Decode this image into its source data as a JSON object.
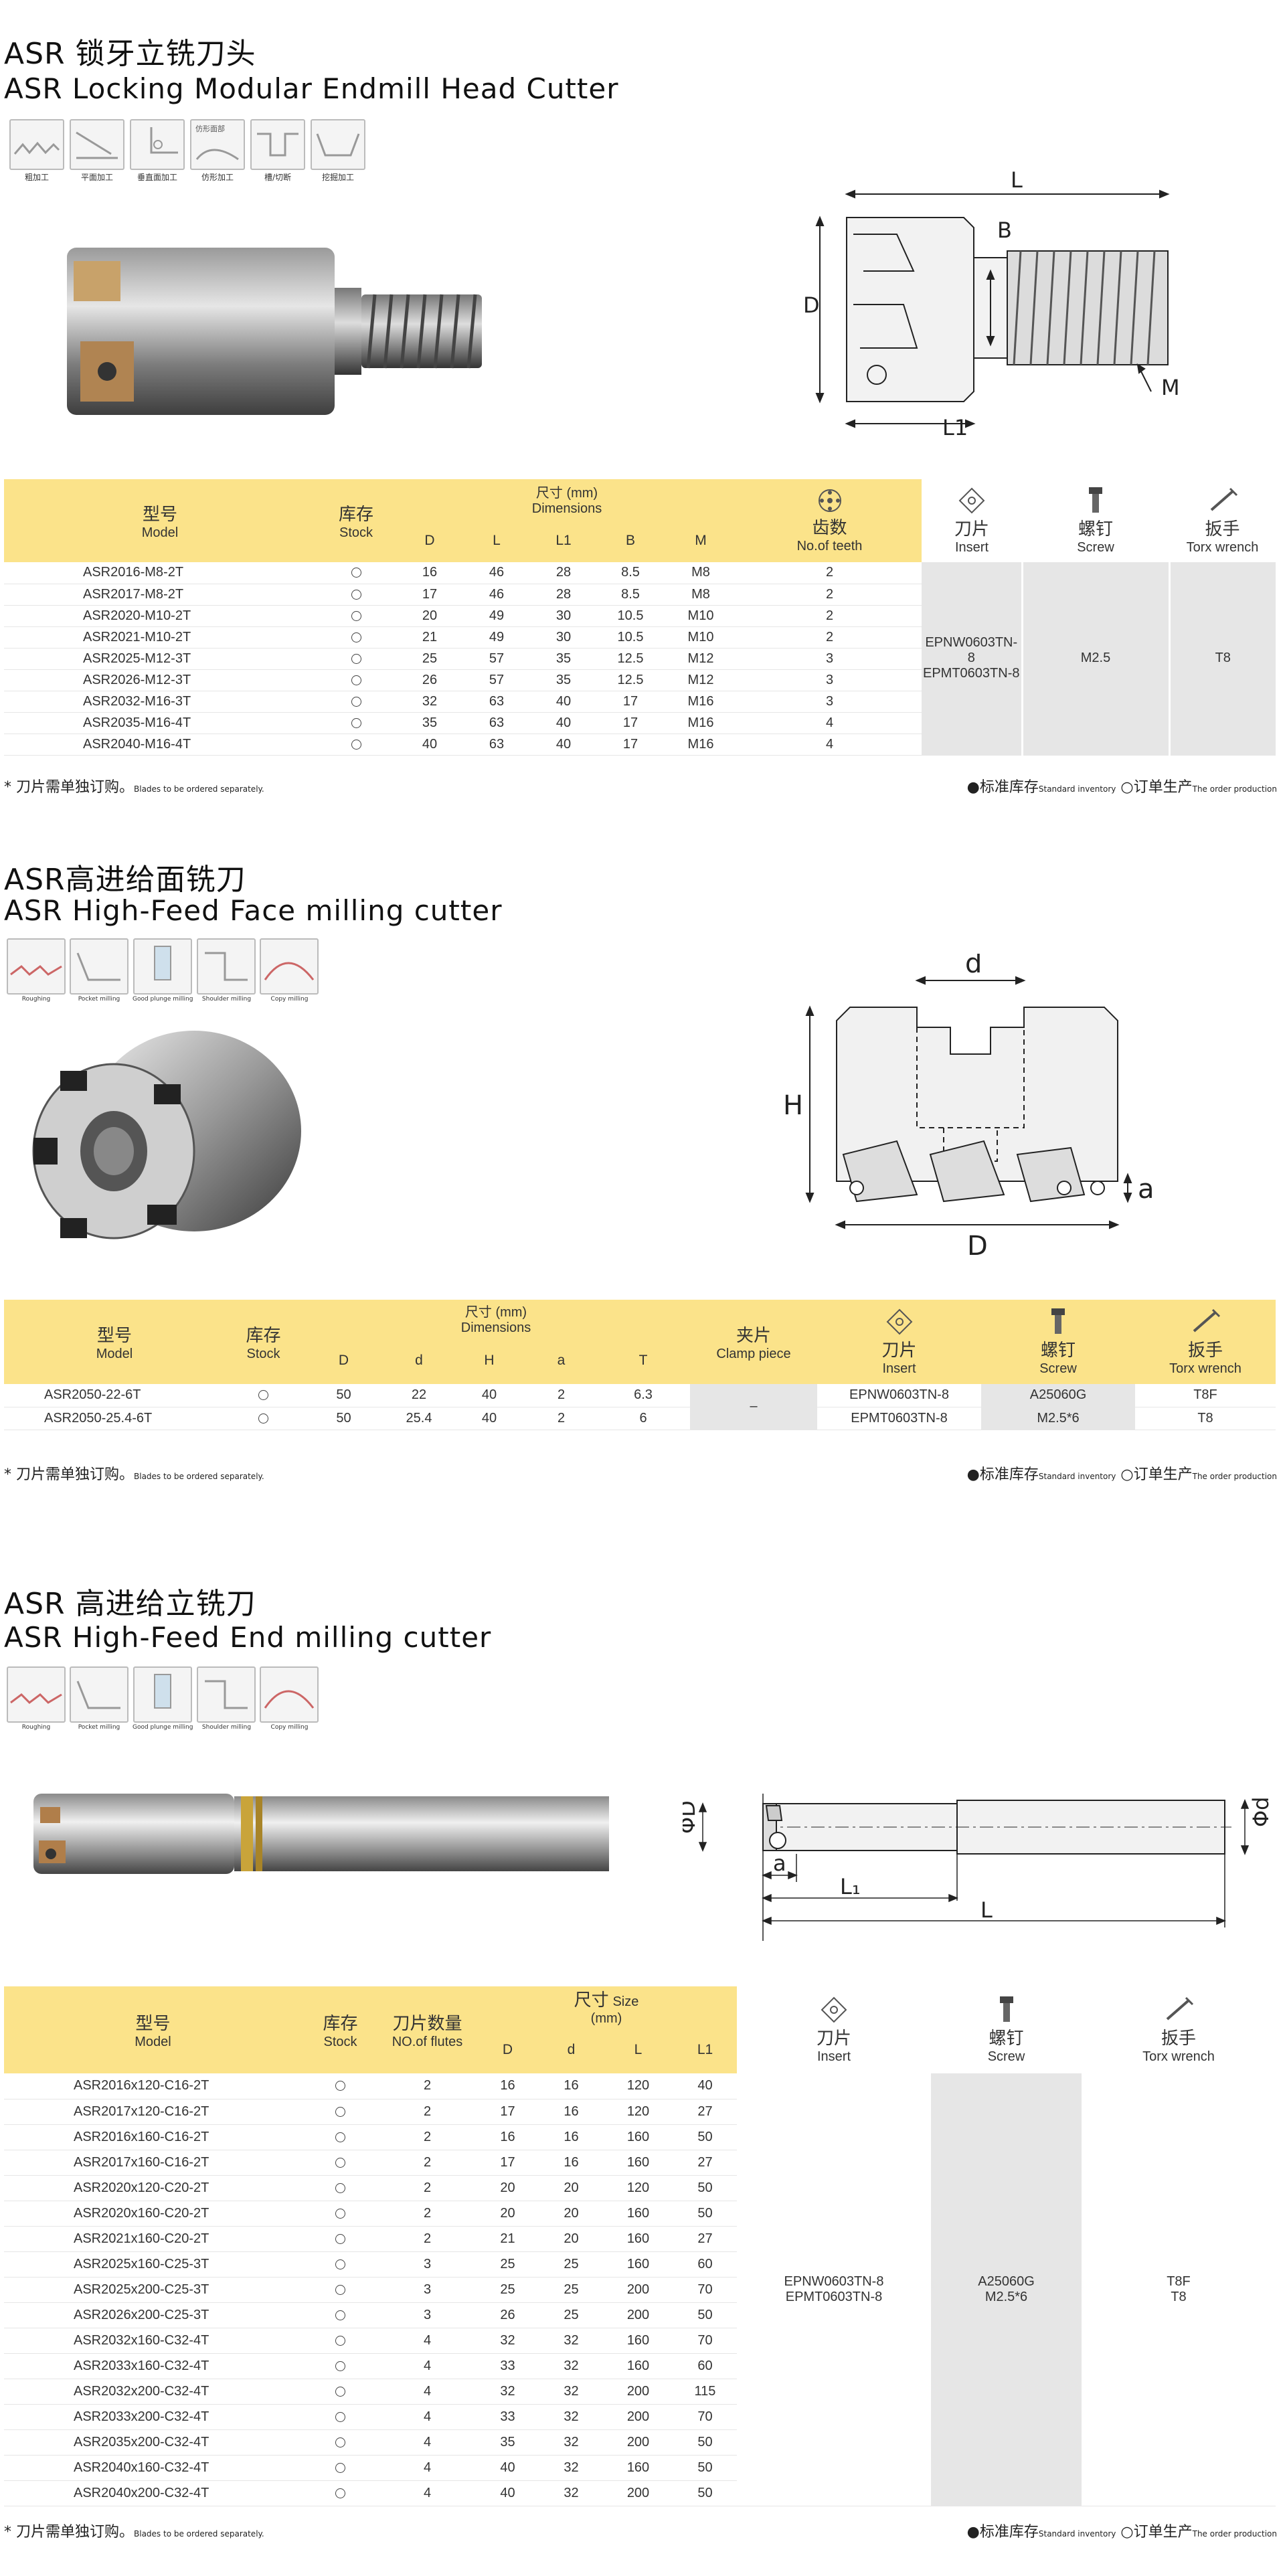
{
  "sec1": {
    "title_cn": "ASR 锁牙立铣刀头",
    "title_en": "ASR Locking Modular Endmill Head Cutter",
    "ops": [
      "粗加工",
      "平面加工",
      "垂直面加工",
      "仿形加工",
      "槽/切断",
      "挖掘加工"
    ],
    "op_icon_text": "仿形面部",
    "dims": {
      "L": "L",
      "B": "B",
      "D": "D",
      "M": "M",
      "L1": "L1"
    },
    "headers": {
      "model_cn": "型号",
      "model_en": "Model",
      "stock_cn": "库存",
      "stock_en": "Stock",
      "size_cn": "尺寸 (mm)",
      "size_en": "Dimensions",
      "cols": [
        "D",
        "L",
        "L1",
        "B",
        "M"
      ],
      "teeth_cn": "齿数",
      "teeth_en": "No.of teeth",
      "insert_cn": "刀片",
      "insert_en": "Insert",
      "screw_cn": "螺钉",
      "screw_en": "Screw",
      "wrench_cn": "扳手",
      "wrench_en": "Torx wrench"
    },
    "rows": [
      {
        "model": "ASR2016-M8-2T",
        "d": "16",
        "l": "46",
        "l1": "28",
        "b": "8.5",
        "m": "M8",
        "z": "2"
      },
      {
        "model": "ASR2017-M8-2T",
        "d": "17",
        "l": "46",
        "l1": "28",
        "b": "8.5",
        "m": "M8",
        "z": "2"
      },
      {
        "model": "ASR2020-M10-2T",
        "d": "20",
        "l": "49",
        "l1": "30",
        "b": "10.5",
        "m": "M10",
        "z": "2"
      },
      {
        "model": "ASR2021-M10-2T",
        "d": "21",
        "l": "49",
        "l1": "30",
        "b": "10.5",
        "m": "M10",
        "z": "2"
      },
      {
        "model": "ASR2025-M12-3T",
        "d": "25",
        "l": "57",
        "l1": "35",
        "b": "12.5",
        "m": "M12",
        "z": "3"
      },
      {
        "model": "ASR2026-M12-3T",
        "d": "26",
        "l": "57",
        "l1": "35",
        "b": "12.5",
        "m": "M12",
        "z": "3"
      },
      {
        "model": "ASR2032-M16-3T",
        "d": "32",
        "l": "63",
        "l1": "40",
        "b": "17",
        "m": "M16",
        "z": "3"
      },
      {
        "model": "ASR2035-M16-4T",
        "d": "35",
        "l": "63",
        "l1": "40",
        "b": "17",
        "m": "M16",
        "z": "4"
      },
      {
        "model": "ASR2040-M16-4T",
        "d": "40",
        "l": "63",
        "l1": "40",
        "b": "17",
        "m": "M16",
        "z": "4"
      }
    ],
    "insert": "EPNW0603TN-8\nEPMT0603TN-8",
    "screw": "M2.5",
    "wrench": "T8",
    "note_cn": "* 刀片需单独订购。",
    "note_en": "Blades to be ordered separately.",
    "legend_std_cn": "●标准库存",
    "legend_std_en": "Standard inventory",
    "legend_order_cn": "○订单生产",
    "legend_order_en": "The order production"
  },
  "sec2": {
    "title_cn": "ASR高进给面铣刀",
    "title_en": "ASR High-Feed Face milling cutter",
    "ops": [
      "Roughing",
      "Pocket milling",
      "Good plunge milling",
      "Shoulder milling",
      "Copy milling"
    ],
    "dims": {
      "d": "d",
      "H": "H",
      "a": "a",
      "D": "D"
    },
    "headers": {
      "model_cn": "型号",
      "model_en": "Model",
      "stock_cn": "库存",
      "stock_en": "Stock",
      "size_cn": "尺寸 (mm)",
      "size_en": "Dimensions",
      "cols": [
        "D",
        "d",
        "H",
        "a",
        "T"
      ],
      "clamp_cn": "夹片",
      "clamp_en": "Clamp piece",
      "insert_cn": "刀片",
      "insert_en": "Insert",
      "screw_cn": "螺钉",
      "screw_en": "Screw",
      "wrench_cn": "扳手",
      "wrench_en": "Torx wrench"
    },
    "rows": [
      {
        "model": "ASR2050-22-6T",
        "d1": "50",
        "d2": "22",
        "h": "40",
        "a": "2",
        "t": "6.3",
        "insert": "EPNW0603TN-8",
        "screw": "A25060G",
        "wrench": "T8F"
      },
      {
        "model": "ASR2050-25.4-6T",
        "d1": "50",
        "d2": "25.4",
        "h": "40",
        "a": "2",
        "t": "6",
        "insert": "EPMT0603TN-8",
        "screw": "M2.5*6",
        "wrench": "T8"
      }
    ],
    "clamp": "–",
    "note_cn": "* 刀片需单独订购。",
    "note_en": "Blades to be ordered separately.",
    "legend_std_cn": "●标准库存",
    "legend_std_en": "Standard inventory",
    "legend_order_cn": "○订单生产",
    "legend_order_en": "The order production"
  },
  "sec3": {
    "title_cn": "ASR 高进给立铣刀",
    "title_en": "ASR High-Feed End milling cutter",
    "ops": [
      "Roughing",
      "Pocket milling",
      "Good plunge milling",
      "Shoulder milling",
      "Copy milling"
    ],
    "dims": {
      "D": "ΦD",
      "d": "Φd",
      "a": "a",
      "L1": "L₁",
      "L": "L"
    },
    "headers": {
      "model_cn": "型号",
      "model_en": "Model",
      "stock_cn": "库存",
      "stock_en": "Stock",
      "flutes_cn": "刀片数量",
      "flutes_en": "NO.of flutes",
      "size_cn": "尺寸",
      "size_en_a": "Size",
      "size_en_b": "(mm)",
      "cols": [
        "D",
        "d",
        "L",
        "L1"
      ],
      "insert_cn": "刀片",
      "insert_en": "Insert",
      "screw_cn": "螺钉",
      "screw_en": "Screw",
      "wrench_cn": "扳手",
      "wrench_en": "Torx wrench"
    },
    "rows": [
      {
        "model": "ASR2016x120-C16-2T",
        "z": "2",
        "d1": "16",
        "d2": "16",
        "l": "120",
        "l1": "40"
      },
      {
        "model": "ASR2017x120-C16-2T",
        "z": "2",
        "d1": "17",
        "d2": "16",
        "l": "120",
        "l1": "27"
      },
      {
        "model": "ASR2016x160-C16-2T",
        "z": "2",
        "d1": "16",
        "d2": "16",
        "l": "160",
        "l1": "50"
      },
      {
        "model": "ASR2017x160-C16-2T",
        "z": "2",
        "d1": "17",
        "d2": "16",
        "l": "160",
        "l1": "27"
      },
      {
        "model": "ASR2020x120-C20-2T",
        "z": "2",
        "d1": "20",
        "d2": "20",
        "l": "120",
        "l1": "50"
      },
      {
        "model": "ASR2020x160-C20-2T",
        "z": "2",
        "d1": "20",
        "d2": "20",
        "l": "160",
        "l1": "50"
      },
      {
        "model": "ASR2021x160-C20-2T",
        "z": "2",
        "d1": "21",
        "d2": "20",
        "l": "160",
        "l1": "27"
      },
      {
        "model": "ASR2025x160-C25-3T",
        "z": "3",
        "d1": "25",
        "d2": "25",
        "l": "160",
        "l1": "60"
      },
      {
        "model": "ASR2025x200-C25-3T",
        "z": "3",
        "d1": "25",
        "d2": "25",
        "l": "200",
        "l1": "70"
      },
      {
        "model": "ASR2026x200-C25-3T",
        "z": "3",
        "d1": "26",
        "d2": "25",
        "l": "200",
        "l1": "50"
      },
      {
        "model": "ASR2032x160-C32-4T",
        "z": "4",
        "d1": "32",
        "d2": "32",
        "l": "160",
        "l1": "70"
      },
      {
        "model": "ASR2033x160-C32-4T",
        "z": "4",
        "d1": "33",
        "d2": "32",
        "l": "160",
        "l1": "60"
      },
      {
        "model": "ASR2032x200-C32-4T",
        "z": "4",
        "d1": "32",
        "d2": "32",
        "l": "200",
        "l1": "115"
      },
      {
        "model": "ASR2033x200-C32-4T",
        "z": "4",
        "d1": "33",
        "d2": "32",
        "l": "200",
        "l1": "70"
      },
      {
        "model": "ASR2035x200-C32-4T",
        "z": "4",
        "d1": "35",
        "d2": "32",
        "l": "200",
        "l1": "50"
      },
      {
        "model": "ASR2040x160-C32-4T",
        "z": "4",
        "d1": "40",
        "d2": "32",
        "l": "160",
        "l1": "50"
      },
      {
        "model": "ASR2040x200-C32-4T",
        "z": "4",
        "d1": "40",
        "d2": "32",
        "l": "200",
        "l1": "50"
      }
    ],
    "insert": "EPNW0603TN-8\nEPMT0603TN-8",
    "screw": "A25060G\nM2.5*6",
    "wrench": "T8F\nT8",
    "note_cn": "* 刀片需单独订购。",
    "note_en": "Blades to be ordered separately.",
    "legend_std_cn": "●标准库存",
    "legend_std_en": "Standard inventory",
    "legend_order_cn": "○订单生产",
    "legend_order_en": "The order production"
  },
  "colors": {
    "header": "#fbe38a",
    "grey": "#e6e6e6",
    "text": "#333333"
  },
  "icons": {
    "insert": "insert-icon",
    "screw": "screw-icon",
    "wrench": "wrench-icon",
    "teeth": "teeth-icon",
    "stock": "open-circle-icon"
  }
}
